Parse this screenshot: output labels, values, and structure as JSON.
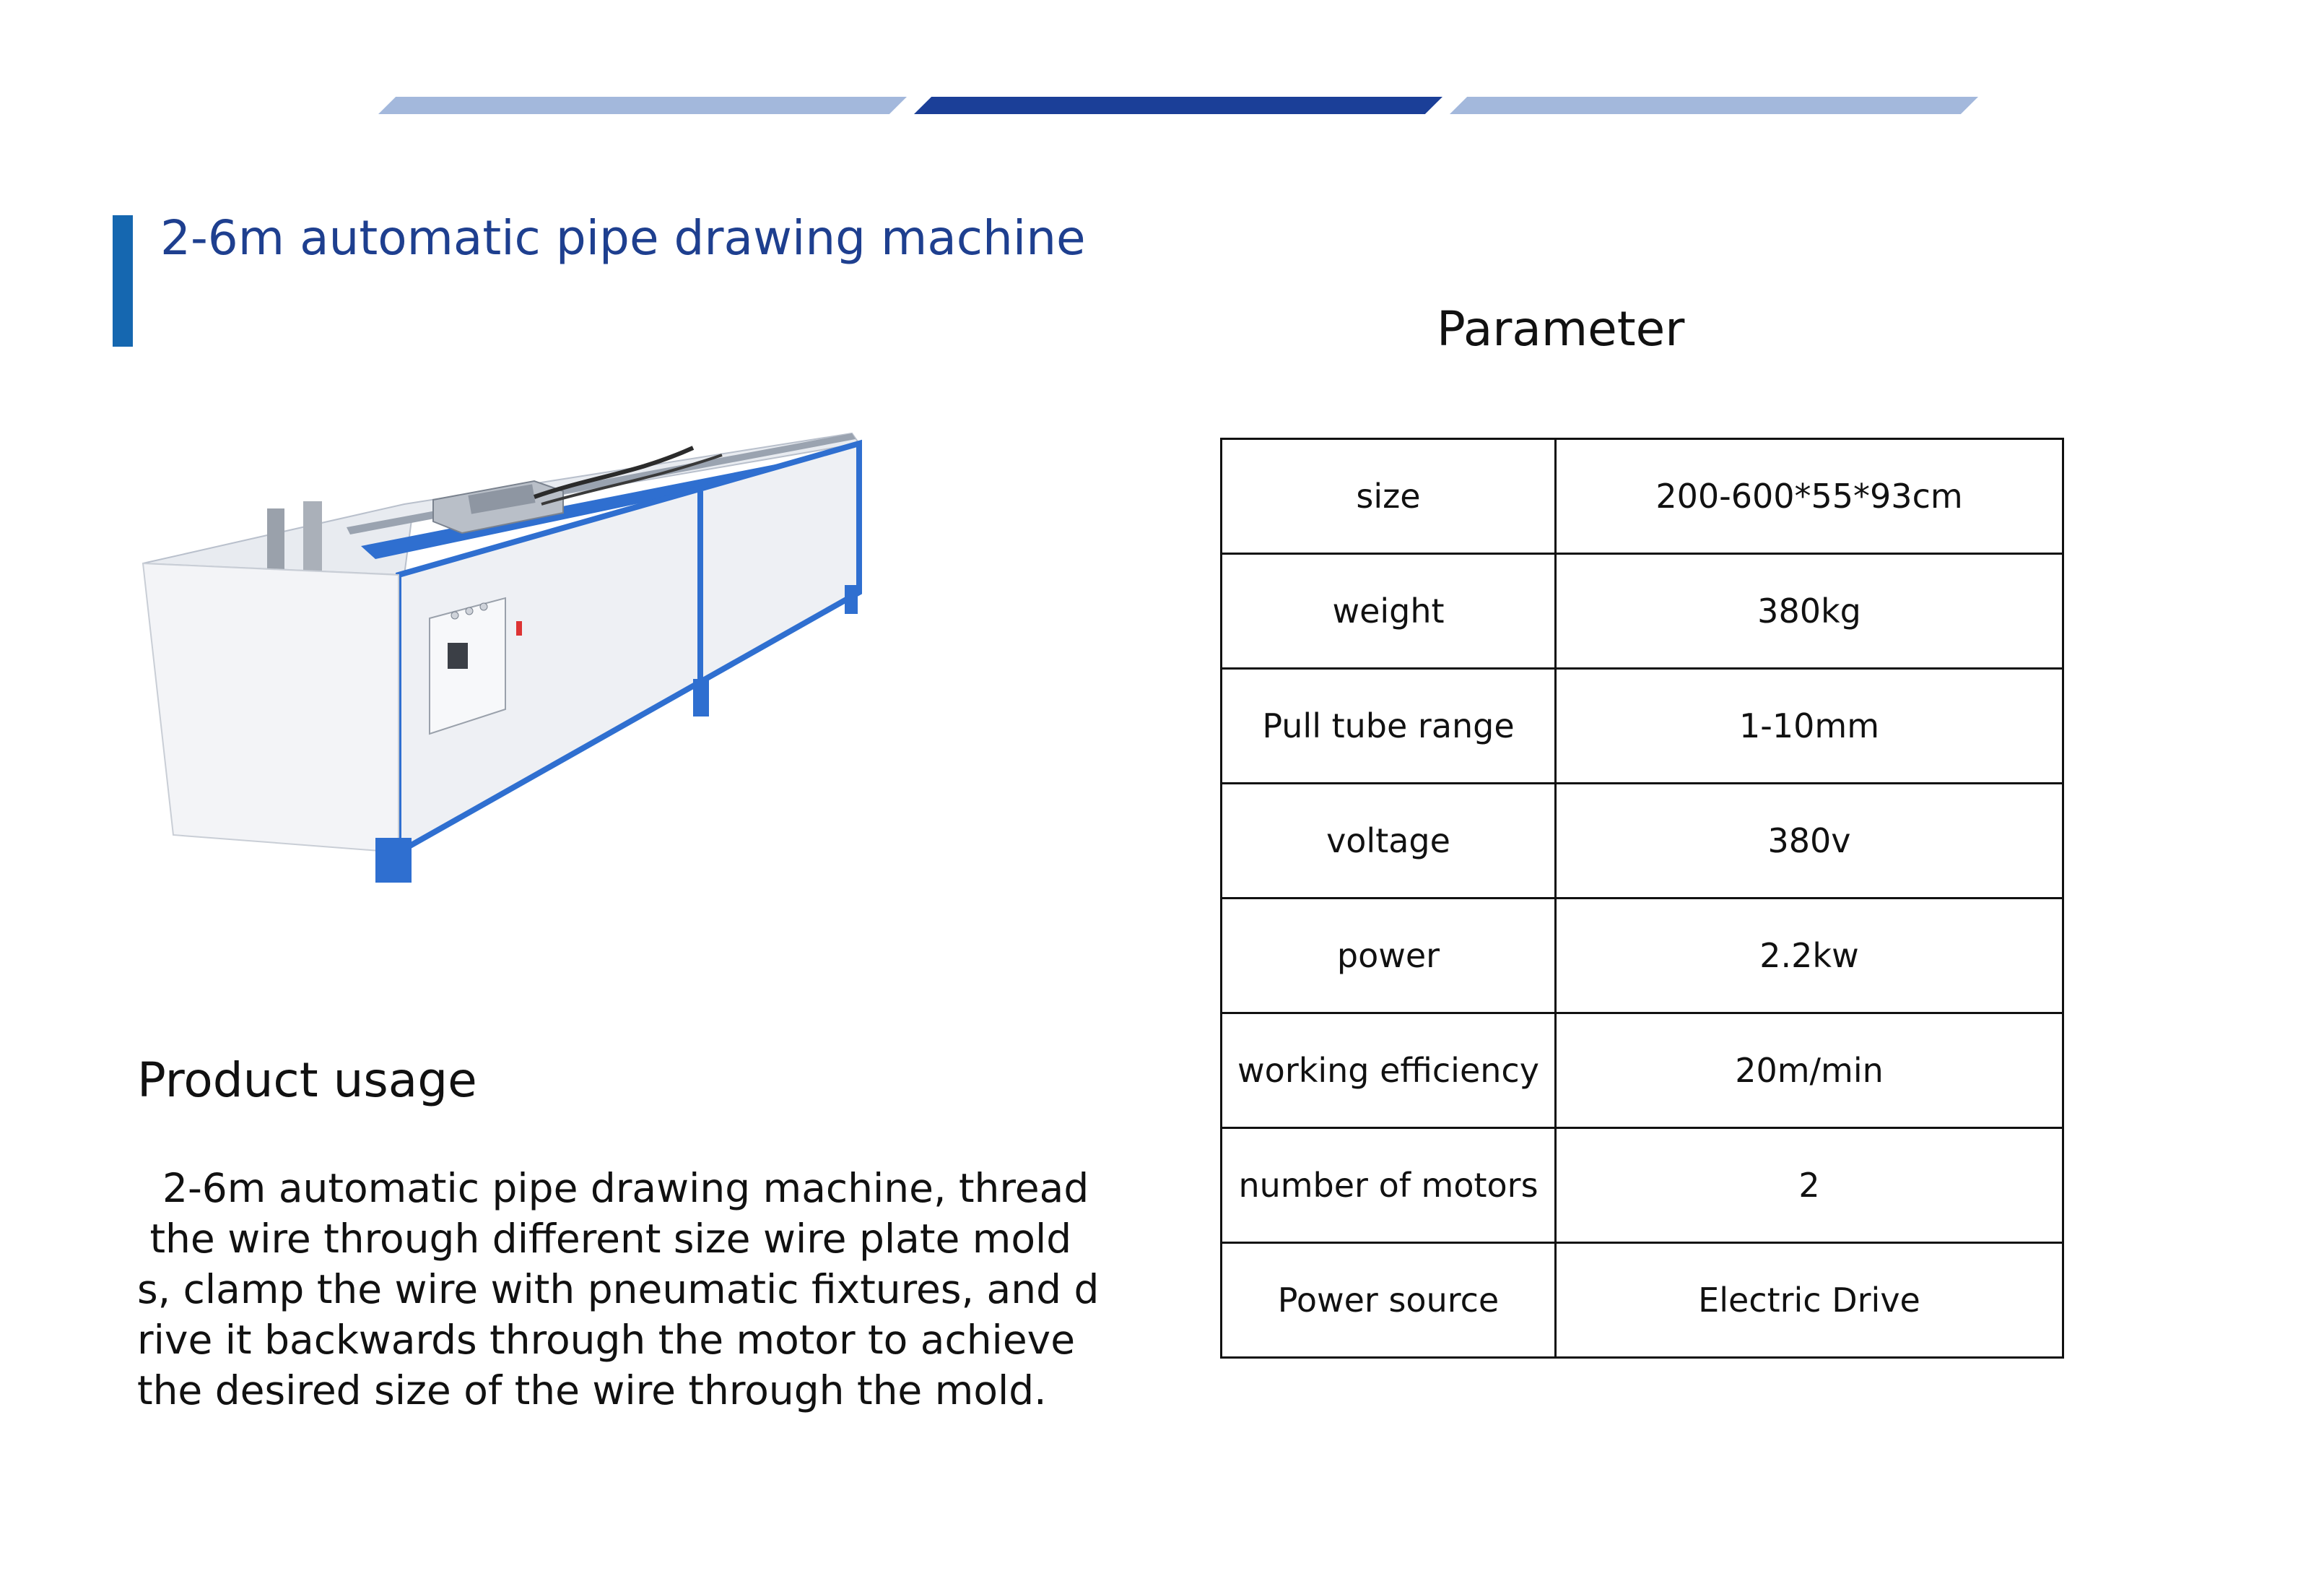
{
  "page_title": "2-6m automatic pipe drawing machine",
  "product_usage": {
    "heading": "Product usage",
    "lines": [
      "  2-6m automatic pipe drawing machine, thread",
      " the wire through different size wire plate mold",
      "s, clamp the wire with pneumatic fixtures, and d",
      "rive it backwards through the motor to achieve",
      "the desired size of the wire through the mold."
    ]
  },
  "parameter": {
    "heading": "Parameter",
    "rows": [
      {
        "label": "size",
        "value": "200-600*55*93cm"
      },
      {
        "label": "weight",
        "value": "380kg"
      },
      {
        "label": "Pull tube range",
        "value": "1-10mm"
      },
      {
        "label": "voltage",
        "value": "380v"
      },
      {
        "label": "power",
        "value": "2.2kw"
      },
      {
        "label": "working efficiency",
        "value": "20m/min"
      },
      {
        "label": "number of motors",
        "value": "2"
      },
      {
        "label": "Power source",
        "value": "Electric Drive"
      }
    ]
  },
  "colors": {
    "accent_dark": "#1b3f98",
    "accent_light": "#a3b8dc",
    "title": "#1e3f8f",
    "title_bar": "#1567b0",
    "machine_blue": "#2f6fd0"
  }
}
